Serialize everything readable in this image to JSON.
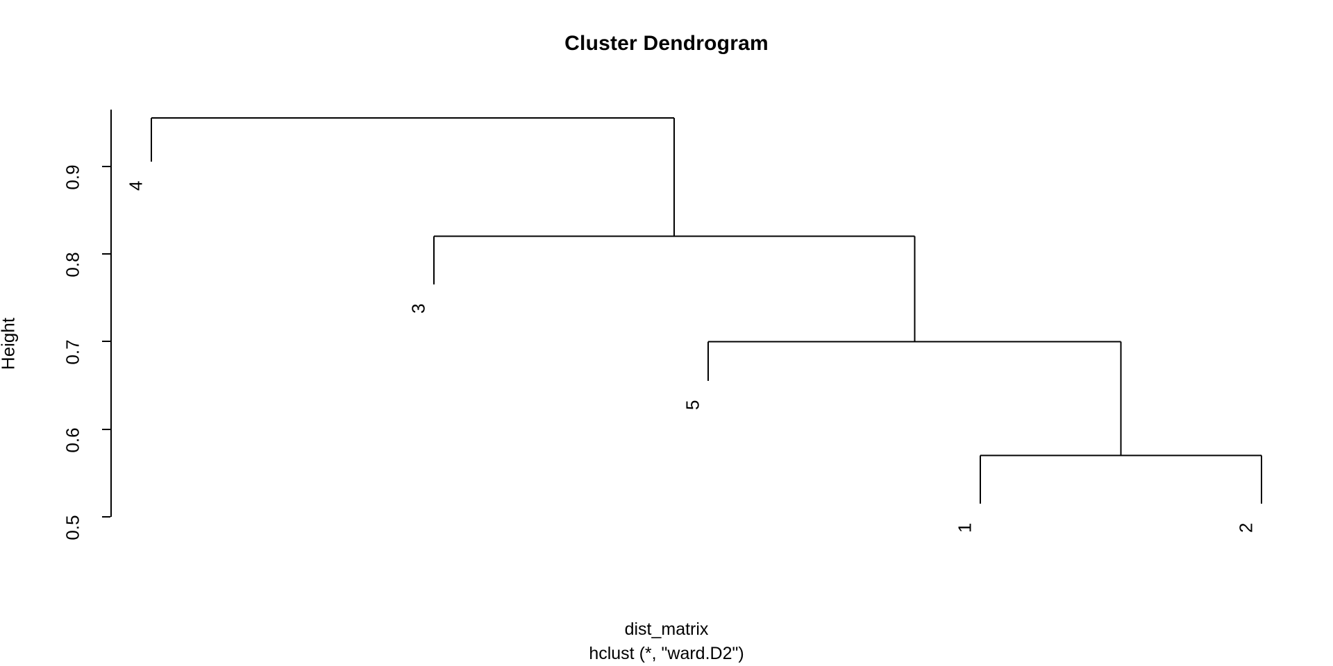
{
  "title": "Cluster Dendrogram",
  "axis": {
    "ylabel": "Height",
    "ticks": [
      "0.9",
      "0.8",
      "0.7",
      "0.6",
      "0.5"
    ]
  },
  "caption": {
    "line1": "dist_matrix",
    "line2": "hclust (*, \"ward.D2\")"
  },
  "leaves": [
    {
      "label": "4"
    },
    {
      "label": "3"
    },
    {
      "label": "5"
    },
    {
      "label": "1"
    },
    {
      "label": "2"
    }
  ],
  "colors": {
    "background": "#ffffff",
    "foreground": "#000000",
    "line": "#000000"
  },
  "chart_data": {
    "type": "dendrogram",
    "title": "Cluster Dendrogram",
    "xlabel": "dist_matrix",
    "sublabel": "hclust (*, \"ward.D2\")",
    "ylabel": "Height",
    "ylim": [
      0.5,
      0.96
    ],
    "yticks": [
      0.5,
      0.6,
      0.7,
      0.8,
      0.9
    ],
    "grid": false,
    "legend": null,
    "method": "ward.D2",
    "leaf_order": [
      "4",
      "3",
      "5",
      "1",
      "2"
    ],
    "n_leaves": 5,
    "merges": [
      {
        "id": "m1",
        "children": [
          "1",
          "2"
        ],
        "height": 0.57
      },
      {
        "id": "m2",
        "children": [
          "5",
          "m1"
        ],
        "height": 0.7
      },
      {
        "id": "m3",
        "children": [
          "3",
          "m2"
        ],
        "height": 0.82
      },
      {
        "id": "m4",
        "children": [
          "4",
          "m3"
        ],
        "height": 0.955
      }
    ],
    "leaf_stem_bottoms": {
      "4": 0.905,
      "3": 0.765,
      "5": 0.655,
      "1": 0.515,
      "2": 0.515
    }
  }
}
